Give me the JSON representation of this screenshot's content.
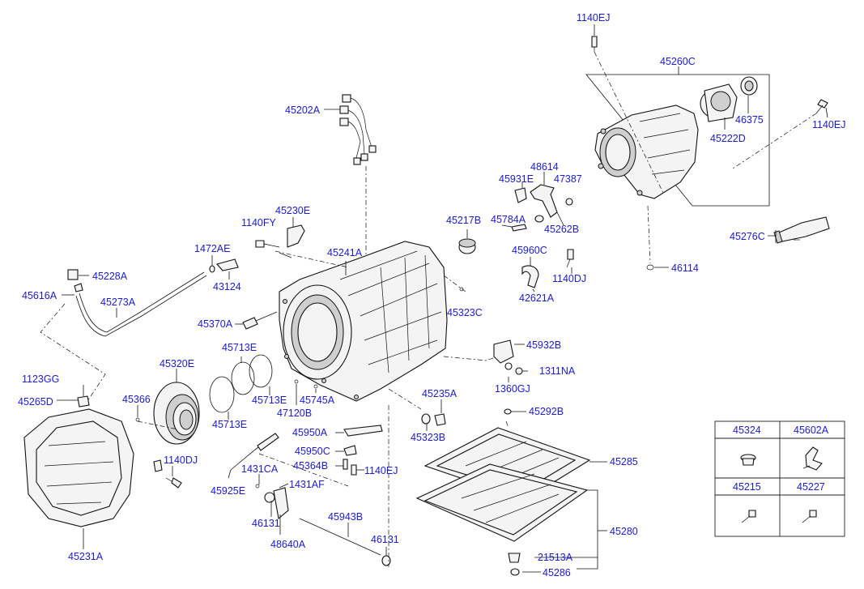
{
  "part_labels": [
    {
      "id": "l1140ej_top",
      "text": "1140EJ"
    },
    {
      "id": "l45260c",
      "text": "45260C"
    },
    {
      "id": "l46375",
      "text": "46375"
    },
    {
      "id": "l1140ej_right",
      "text": "1140EJ"
    },
    {
      "id": "l45222d",
      "text": "45222D"
    },
    {
      "id": "l45202a",
      "text": "45202A"
    },
    {
      "id": "l48614",
      "text": "48614"
    },
    {
      "id": "l45931e",
      "text": "45931E"
    },
    {
      "id": "l47387",
      "text": "47387"
    },
    {
      "id": "l45217b",
      "text": "45217B"
    },
    {
      "id": "l45784a",
      "text": "45784A"
    },
    {
      "id": "l45262b",
      "text": "45262B"
    },
    {
      "id": "l45230e",
      "text": "45230E"
    },
    {
      "id": "l1140fy",
      "text": "1140FY"
    },
    {
      "id": "l45276c",
      "text": "45276C"
    },
    {
      "id": "l1472ae",
      "text": "1472AE"
    },
    {
      "id": "l45241a",
      "text": "45241A"
    },
    {
      "id": "l45960c",
      "text": "45960C"
    },
    {
      "id": "l46114",
      "text": "46114"
    },
    {
      "id": "l45228a",
      "text": "45228A"
    },
    {
      "id": "l43124",
      "text": "43124"
    },
    {
      "id": "l1140dj_mid",
      "text": "1140DJ"
    },
    {
      "id": "l45616a",
      "text": "45616A"
    },
    {
      "id": "l45273a",
      "text": "45273A"
    },
    {
      "id": "l42621a",
      "text": "42621A"
    },
    {
      "id": "l45323c",
      "text": "45323C"
    },
    {
      "id": "l45370a",
      "text": "45370A"
    },
    {
      "id": "l45713e_top",
      "text": "45713E"
    },
    {
      "id": "l45932b",
      "text": "45932B"
    },
    {
      "id": "l45320e",
      "text": "45320E"
    },
    {
      "id": "l1311na",
      "text": "1311NA"
    },
    {
      "id": "l1123gg",
      "text": "1123GG"
    },
    {
      "id": "l1360gj",
      "text": "1360GJ"
    },
    {
      "id": "l45713e_mid",
      "text": "45713E"
    },
    {
      "id": "l45745a",
      "text": "45745A"
    },
    {
      "id": "l45235a",
      "text": "45235A"
    },
    {
      "id": "l45265d",
      "text": "45265D"
    },
    {
      "id": "l45366",
      "text": "45366"
    },
    {
      "id": "l47120b",
      "text": "47120B"
    },
    {
      "id": "l45292b",
      "text": "45292B"
    },
    {
      "id": "l45713e_low",
      "text": "45713E"
    },
    {
      "id": "l45950a",
      "text": "45950A"
    },
    {
      "id": "l45323b",
      "text": "45323B"
    },
    {
      "id": "l45950c",
      "text": "45950C"
    },
    {
      "id": "l1140dj_low",
      "text": "1140DJ"
    },
    {
      "id": "l45364b",
      "text": "45364B"
    },
    {
      "id": "l1140ej_low",
      "text": "1140EJ"
    },
    {
      "id": "l45285",
      "text": "45285"
    },
    {
      "id": "l1431ca",
      "text": "1431CA"
    },
    {
      "id": "l45925e",
      "text": "45925E"
    },
    {
      "id": "l1431af",
      "text": "1431AF"
    },
    {
      "id": "l45943b",
      "text": "45943B"
    },
    {
      "id": "l46131_a",
      "text": "46131"
    },
    {
      "id": "l45280",
      "text": "45280"
    },
    {
      "id": "l46131_b",
      "text": "46131"
    },
    {
      "id": "l48640a",
      "text": "48640A"
    },
    {
      "id": "l45231a",
      "text": "45231A"
    },
    {
      "id": "l21513a",
      "text": "21513A"
    },
    {
      "id": "l45286",
      "text": "45286"
    }
  ],
  "legend_table": {
    "cells": [
      {
        "id": "c1",
        "label": "45324",
        "icon": "plug-icon"
      },
      {
        "id": "c2",
        "label": "45602A",
        "icon": "bracket-icon"
      },
      {
        "id": "c3",
        "label": "45215",
        "icon": "bolt-icon"
      },
      {
        "id": "c4",
        "label": "45227",
        "icon": "bolt-icon"
      }
    ]
  }
}
